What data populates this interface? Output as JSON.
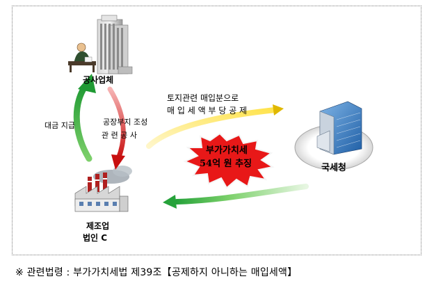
{
  "nodes": {
    "corporation": "공사업체",
    "tax_office": "국세청",
    "manufacturer_line1": "제조업",
    "manufacturer_line2": "법인 C"
  },
  "edges": {
    "payment": "대금 지급",
    "construction_line1": "공장부지 조성",
    "construction_line2": "관 련   공 사",
    "deduction_line1": "토지관련  매입분으로",
    "deduction_line2": "매 입 세 액   부 당 공 제",
    "assessment_line1": "부가가치세",
    "assessment_line2": "54억 원 추징"
  },
  "caption": "※ 관련법령 : 부가가치세법 제39조【공제하지 아니하는 매입세액】",
  "colors": {
    "arrow_green": "#3fae3f",
    "arrow_red": "#d01515",
    "arrow_gold": "#e0b800",
    "burst_red": "#e81818",
    "burst_border": "#f5f5f5"
  }
}
